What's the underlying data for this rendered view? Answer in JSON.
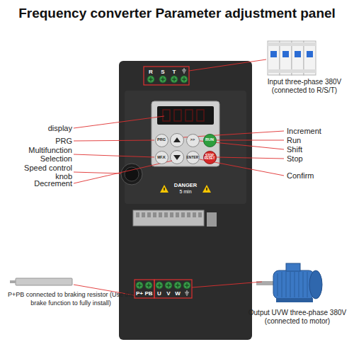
{
  "diagram": {
    "title": "Frequency converter Parameter adjustment panel",
    "nodes": [
      {
        "text": [
          "R",
          "S",
          "T"
        ]
      },
      {
        "text": [
          "PRG"
        ]
      },
      {
        "text": [
          ">>"
        ]
      },
      {
        "text": [
          "RUN"
        ]
      },
      {
        "text": [
          "MF.K"
        ]
      },
      {
        "text": [
          "ENTER"
        ]
      },
      {
        "text": [
          "STOP RESET"
        ]
      },
      {
        "text": [
          "P+",
          "PB",
          "U",
          "V",
          "W"
        ]
      }
    ],
    "labels": [
      "display",
      "PRG",
      "Multifunction Selection",
      "Speed control knob",
      "Decrement",
      "Increment",
      "Run",
      "Shift",
      "Stop",
      "Confirm",
      "DANGER",
      "5 min",
      "Input three-phase 380V (connected to R/S/T)",
      "P+PB connected to braking resistor (Use the brake function to fully install)",
      "Output UVW three-phase 380V (connected to motor)"
    ]
  }
}
